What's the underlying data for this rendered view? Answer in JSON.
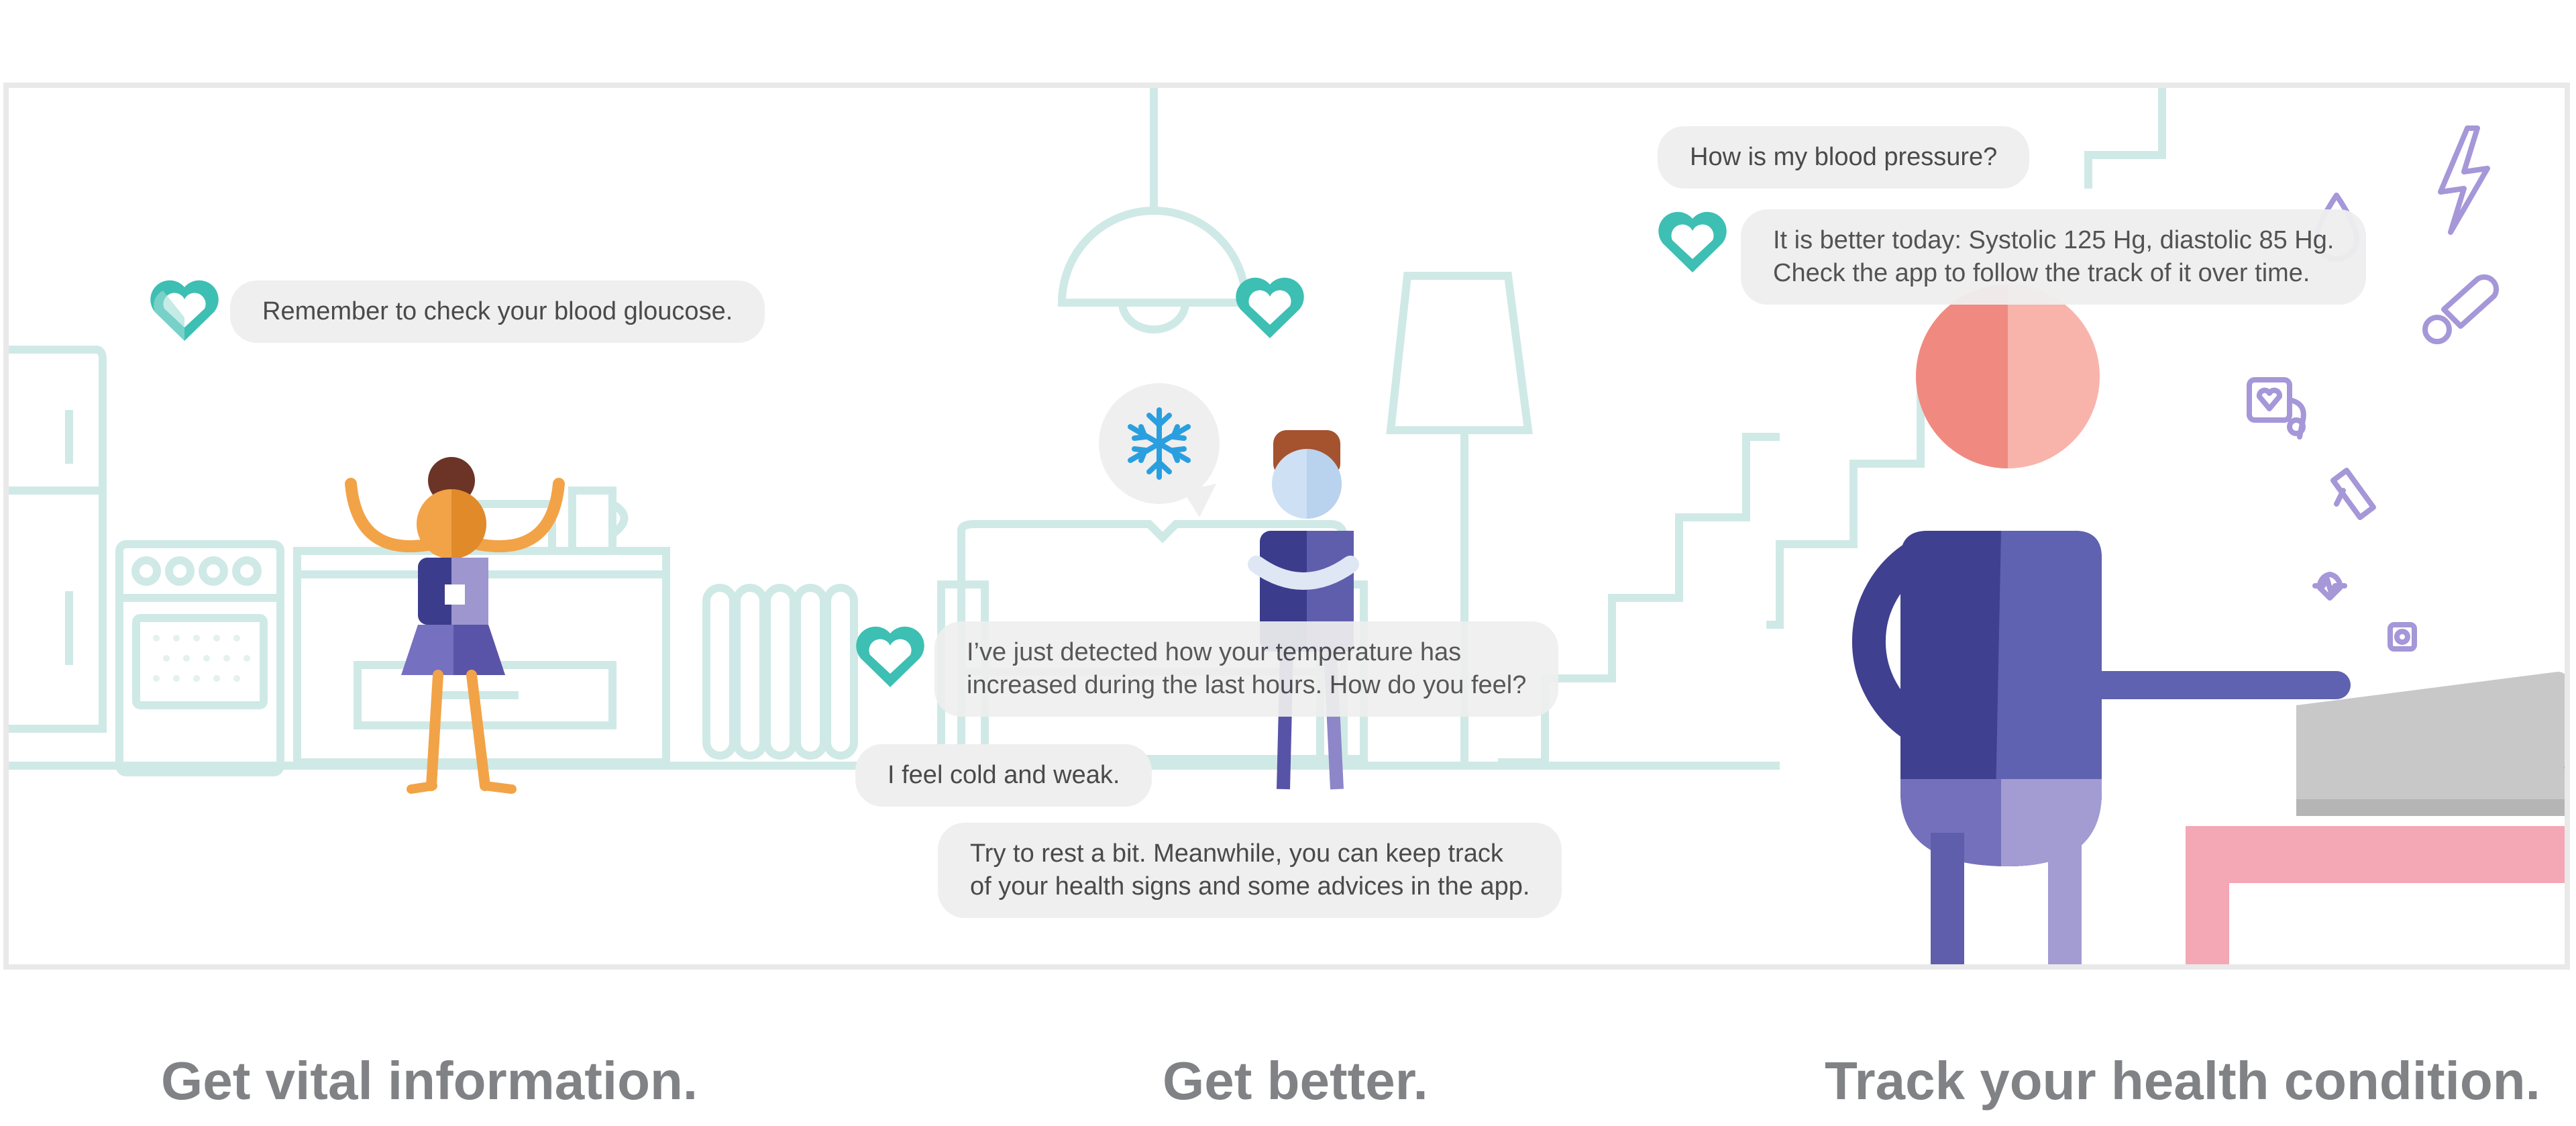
{
  "colors": {
    "bubble_bg": "#efefef",
    "line_art": "#cfe9e6",
    "logo_teal": "#3dbfb3",
    "purple_icons": "#a597d8",
    "caption_gray": "#808285"
  },
  "scene1": {
    "bubble": "Remember to check your blood gloucose.",
    "caption": "Get vital information."
  },
  "scene2": {
    "assistant_1_line1": "I’ve just detected how your temperature has",
    "assistant_1_line2": "increased during the last hours. How do you feel?",
    "user_reply": "I feel cold and weak.",
    "assistant_2_line1": "Try to rest a bit. Meanwhile, you can keep track",
    "assistant_2_line2": "of your health signs and some advices in the app.",
    "caption": "Get better."
  },
  "scene3": {
    "user_question": "How is my blood pressure?",
    "assistant_line1": "It is better today: Systolic 125 Hg, diastolic 85 Hg.",
    "assistant_line2": "Check the app to follow the track of it over time.",
    "caption": "Track your health condition."
  },
  "icons": [
    "heart-logo-icon",
    "snowflake-icon",
    "lightning-icon",
    "drop-icon",
    "thermometer-icon",
    "blood-pressure-monitor-icon",
    "test-tube-icon",
    "heartbeat-icon",
    "camera-icon"
  ]
}
